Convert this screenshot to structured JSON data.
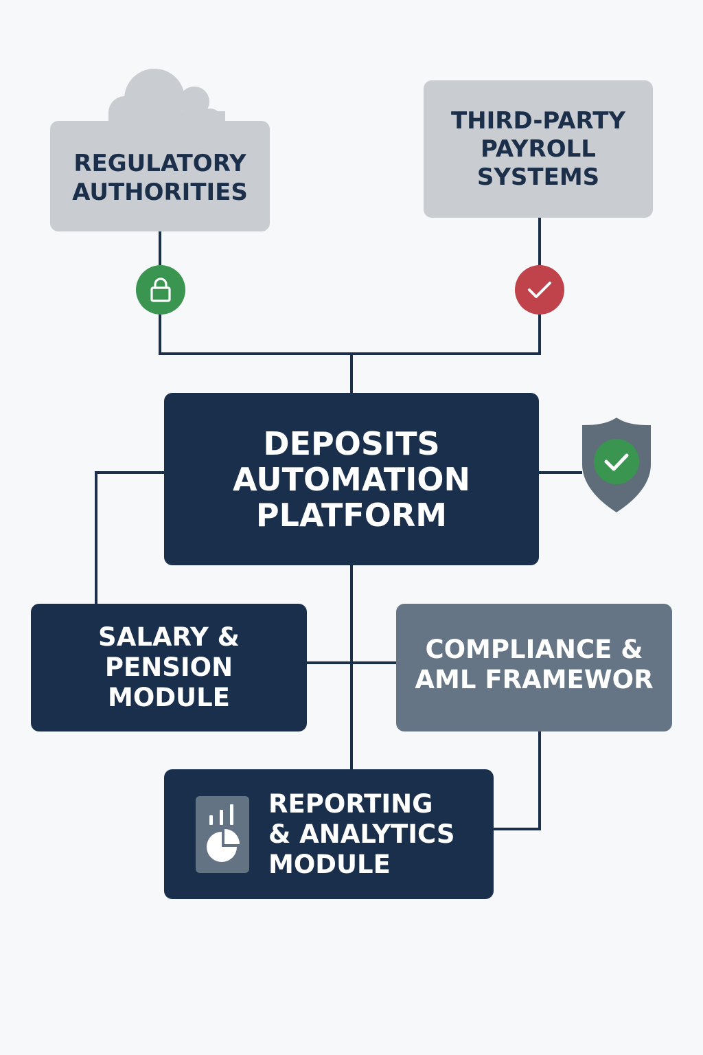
{
  "colors": {
    "background": "#f7f8fa",
    "connector": "#1b2f4a",
    "external_box": "#c9ccd1",
    "core_box": "#192f4b",
    "compliance_box": "#667585",
    "lock_badge": "#3a9550",
    "check_badge": "#c0424a",
    "shield": "#5f6c79",
    "shield_check": "#3a9550"
  },
  "nodes": {
    "regulatory": {
      "lines": [
        "REGULATORY",
        "AUTHORITIES"
      ],
      "icon": "cloud-icon"
    },
    "payroll": {
      "lines": [
        "THIRD-PARTY",
        "PAYROLL",
        "SYSTEMS"
      ]
    },
    "platform": {
      "lines": [
        "DEPOSITS",
        "AUTOMATION",
        "PLATFORM"
      ]
    },
    "salary": {
      "lines": [
        "SALARY &",
        "PENSION",
        "MODULE"
      ]
    },
    "compliance": {
      "lines": [
        "COMPLIANCE &",
        "AML FRAMEWOR"
      ]
    },
    "reporting": {
      "lines": [
        "REPORTING",
        "& ANALYTICS",
        "MODULE"
      ],
      "icon": "chart-report-icon"
    }
  },
  "badges": {
    "regulatory_link": "lock-icon",
    "payroll_link": "check-icon",
    "platform_security": "shield-check-icon"
  }
}
